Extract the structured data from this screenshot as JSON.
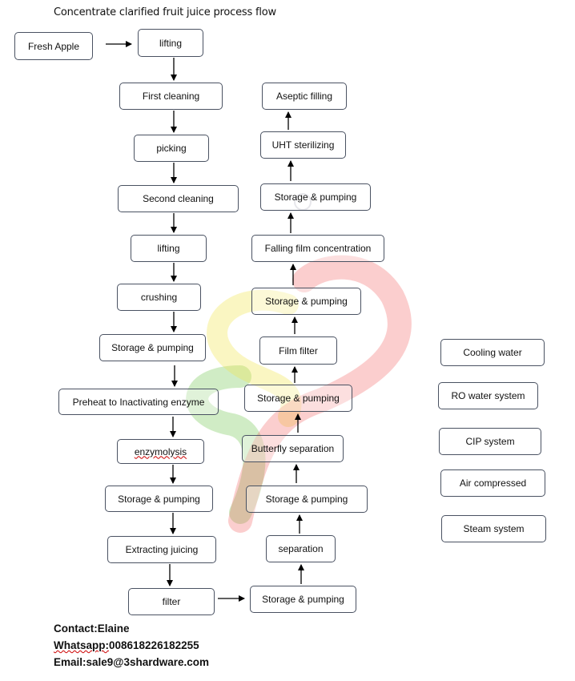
{
  "title": "Concentrate clarified fruit juice process flow",
  "left_column": {
    "fresh_apple": "Fresh Apple",
    "steps": [
      "lifting",
      "First cleaning",
      "picking",
      "Second cleaning",
      "lifting",
      "crushing",
      "Storage & pumping",
      "Preheat to Inactivating enzyme",
      "enzymolysis",
      "Storage & pumping",
      "Extracting juicing",
      "filter"
    ]
  },
  "right_column": {
    "steps": [
      "Storage & pumping",
      "separation",
      "Storage & pumping",
      "Butterfly separation",
      "Storage & pumping",
      "Film filter",
      "Storage & pumping",
      "Falling film concentration",
      "Storage & pumping",
      "UHT sterilizing",
      "Aseptic filling"
    ]
  },
  "utilities": [
    "Cooling water",
    "RO water system",
    "CIP system",
    "Air compressed",
    "Steam system"
  ],
  "contact": {
    "name": "Contact:Elaine",
    "whatsapp_label": "Whatsapp:",
    "whatsapp_number": "008618226182255",
    "email": "Email:sale9@3shardware.com"
  }
}
